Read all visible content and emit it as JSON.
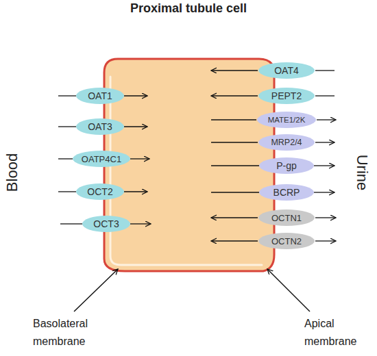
{
  "diagram": {
    "title": "Proximal tubule cell",
    "nodes": [
      {
        "text": [
          "OAT1"
        ]
      },
      {
        "text": [
          "OAT3"
        ]
      },
      {
        "text": [
          "OATP4C1"
        ]
      },
      {
        "text": [
          "OCT2"
        ]
      },
      {
        "text": [
          "OCT3"
        ]
      },
      {
        "text": [
          "OAT4"
        ]
      },
      {
        "text": [
          "PEPT2"
        ]
      },
      {
        "text": [
          "MATE1/2K"
        ]
      },
      {
        "text": [
          "MRP2/4"
        ]
      },
      {
        "text": [
          "P-gp"
        ]
      },
      {
        "text": [
          "BCRP"
        ]
      },
      {
        "text": [
          "OCTN1"
        ]
      },
      {
        "text": [
          "OCTN2"
        ]
      }
    ],
    "labels": [
      "Blood",
      "Urine",
      "Basolateral membrane",
      "Apical membrane"
    ]
  }
}
